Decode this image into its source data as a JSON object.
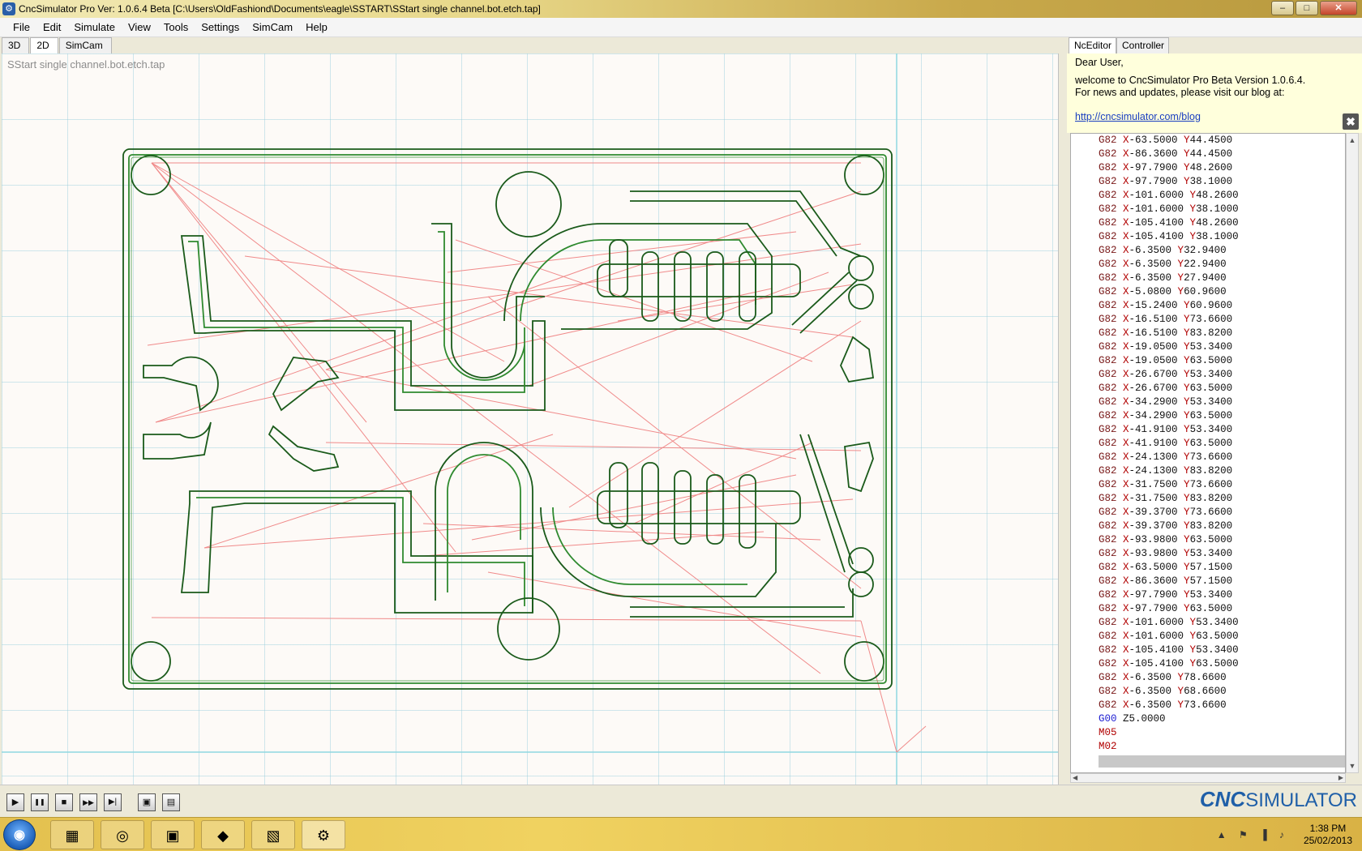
{
  "window": {
    "title": "CncSimulator Pro Ver: 1.0.6.4 Beta  [C:\\Users\\OldFashiond\\Documents\\eagle\\SSTART\\SStart single channel.bot.etch.tap]",
    "minimize": "–",
    "maximize": "□",
    "close": "✕"
  },
  "menu": [
    "File",
    "Edit",
    "Simulate",
    "View",
    "Tools",
    "Settings",
    "SimCam",
    "Help"
  ],
  "view_tabs": [
    "3D",
    "2D",
    "SimCam"
  ],
  "canvas": {
    "filename": "SStart single channel.bot.etch.tap"
  },
  "panel": {
    "tabs": [
      "NcEditor",
      "Controller"
    ],
    "welcome": {
      "line1": "Dear User,",
      "line2": "welcome to CncSimulator Pro Beta Version 1.0.6.4.",
      "line3": "For news and updates, please visit our blog at:",
      "link": "http://cncsimulator.com/blog",
      "close": "✖"
    },
    "code_lines": [
      [
        "G82",
        "X-63.5000",
        "Y44.4500"
      ],
      [
        "G82",
        "X-86.3600",
        "Y44.4500"
      ],
      [
        "G82",
        "X-97.7900",
        "Y48.2600"
      ],
      [
        "G82",
        "X-97.7900",
        "Y38.1000"
      ],
      [
        "G82",
        "X-101.6000",
        "Y48.2600"
      ],
      [
        "G82",
        "X-101.6000",
        "Y38.1000"
      ],
      [
        "G82",
        "X-105.4100",
        "Y48.2600"
      ],
      [
        "G82",
        "X-105.4100",
        "Y38.1000"
      ],
      [
        "G82",
        "X-6.3500",
        "Y32.9400"
      ],
      [
        "G82",
        "X-6.3500",
        "Y22.9400"
      ],
      [
        "G82",
        "X-6.3500",
        "Y27.9400"
      ],
      [
        "G82",
        "X-5.0800",
        "Y60.9600"
      ],
      [
        "G82",
        "X-15.2400",
        "Y60.9600"
      ],
      [
        "G82",
        "X-16.5100",
        "Y73.6600"
      ],
      [
        "G82",
        "X-16.5100",
        "Y83.8200"
      ],
      [
        "G82",
        "X-19.0500",
        "Y53.3400"
      ],
      [
        "G82",
        "X-19.0500",
        "Y63.5000"
      ],
      [
        "G82",
        "X-26.6700",
        "Y53.3400"
      ],
      [
        "G82",
        "X-26.6700",
        "Y63.5000"
      ],
      [
        "G82",
        "X-34.2900",
        "Y53.3400"
      ],
      [
        "G82",
        "X-34.2900",
        "Y63.5000"
      ],
      [
        "G82",
        "X-41.9100",
        "Y53.3400"
      ],
      [
        "G82",
        "X-41.9100",
        "Y63.5000"
      ],
      [
        "G82",
        "X-24.1300",
        "Y73.6600"
      ],
      [
        "G82",
        "X-24.1300",
        "Y83.8200"
      ],
      [
        "G82",
        "X-31.7500",
        "Y73.6600"
      ],
      [
        "G82",
        "X-31.7500",
        "Y83.8200"
      ],
      [
        "G82",
        "X-39.3700",
        "Y73.6600"
      ],
      [
        "G82",
        "X-39.3700",
        "Y83.8200"
      ],
      [
        "G82",
        "X-93.9800",
        "Y63.5000"
      ],
      [
        "G82",
        "X-93.9800",
        "Y53.3400"
      ],
      [
        "G82",
        "X-63.5000",
        "Y57.1500"
      ],
      [
        "G82",
        "X-86.3600",
        "Y57.1500"
      ],
      [
        "G82",
        "X-97.7900",
        "Y53.3400"
      ],
      [
        "G82",
        "X-97.7900",
        "Y63.5000"
      ],
      [
        "G82",
        "X-101.6000",
        "Y53.3400"
      ],
      [
        "G82",
        "X-101.6000",
        "Y63.5000"
      ],
      [
        "G82",
        "X-105.4100",
        "Y53.3400"
      ],
      [
        "G82",
        "X-105.4100",
        "Y63.5000"
      ],
      [
        "G82",
        "X-6.3500",
        "Y78.6600"
      ],
      [
        "G82",
        "X-6.3500",
        "Y68.6600"
      ],
      [
        "G82",
        "X-6.3500",
        "Y73.6600"
      ]
    ],
    "code_tail": {
      "g00": "G00",
      "z": "Z5.0000",
      "m05": "M05",
      "m02": "M02"
    },
    "scroll_up": "▲",
    "scroll_down": "▼",
    "scroll_left": "◀",
    "scroll_right": "▶"
  },
  "controls": {
    "play": "▶",
    "pause": "❚❚",
    "stop": "■",
    "fast_forward": "▶▶",
    "step": "▶|",
    "fit": "▣",
    "view": "▤"
  },
  "brand": {
    "cnc": "CNC",
    "simulator": "SIMULATOR"
  },
  "taskbar": {
    "start": "◉",
    "apps": [
      "▦",
      "◎",
      "▣",
      "◆",
      "▧",
      "⚙"
    ],
    "tray_icons": "▲ ⚑ ▐ ♪",
    "time": "1:38 PM",
    "date": "25/02/2013"
  },
  "colors": {
    "trace": "#2f8a2f",
    "trace_dark": "#1a5a1a",
    "toolpath": "#f08a8a",
    "axis": "#8fd8e0"
  }
}
